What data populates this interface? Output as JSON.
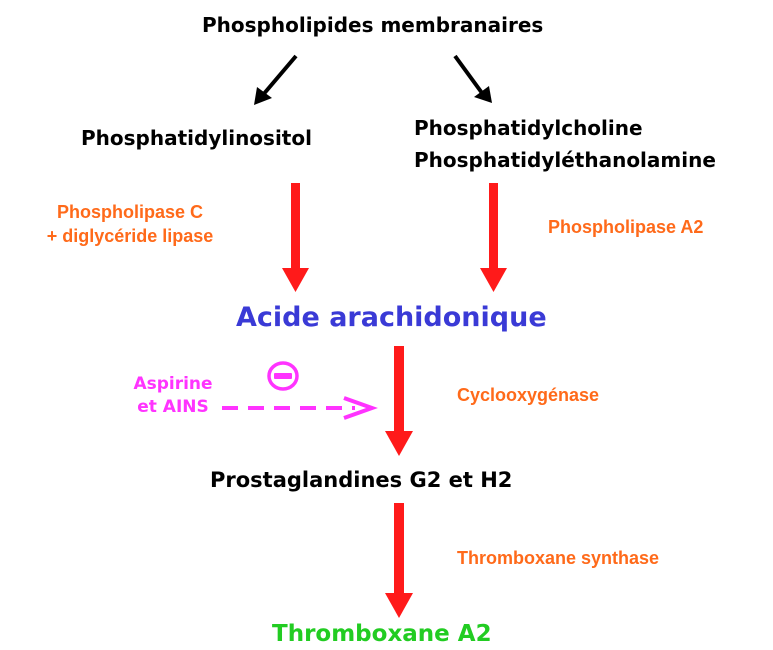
{
  "nodes": {
    "phospholipids": "Phospholipides membranaires",
    "phosphatidylinositol": "Phosphatidylinositol",
    "phosphatidylcholine": "Phosphatidylcholine",
    "phosphatidylethanolamine": "Phosphatidyléthanolamine",
    "arachidonic_acid": "Acide arachidonique",
    "prostaglandins": "Prostaglandines G2 et H2",
    "thromboxane": "Thromboxane A2"
  },
  "enzymes": {
    "plc_line1": "Phospholipase C",
    "plc_line2": "+ diglycéride lipase",
    "pla2": "Phospholipase A2",
    "cyclooxygenase": "Cyclooxygénase",
    "thromboxane_synthase": "Thromboxane synthase"
  },
  "inhibitor": {
    "line1": "Aspirine",
    "line2": "et AINS",
    "symbol": "−"
  },
  "colors": {
    "main_arrow": "#ff1a1a",
    "inhibition": "#ff33ff",
    "enzyme_text": "#ff6a1a",
    "arachidonic": "#3a3ad6",
    "thromboxane": "#22cc22"
  }
}
